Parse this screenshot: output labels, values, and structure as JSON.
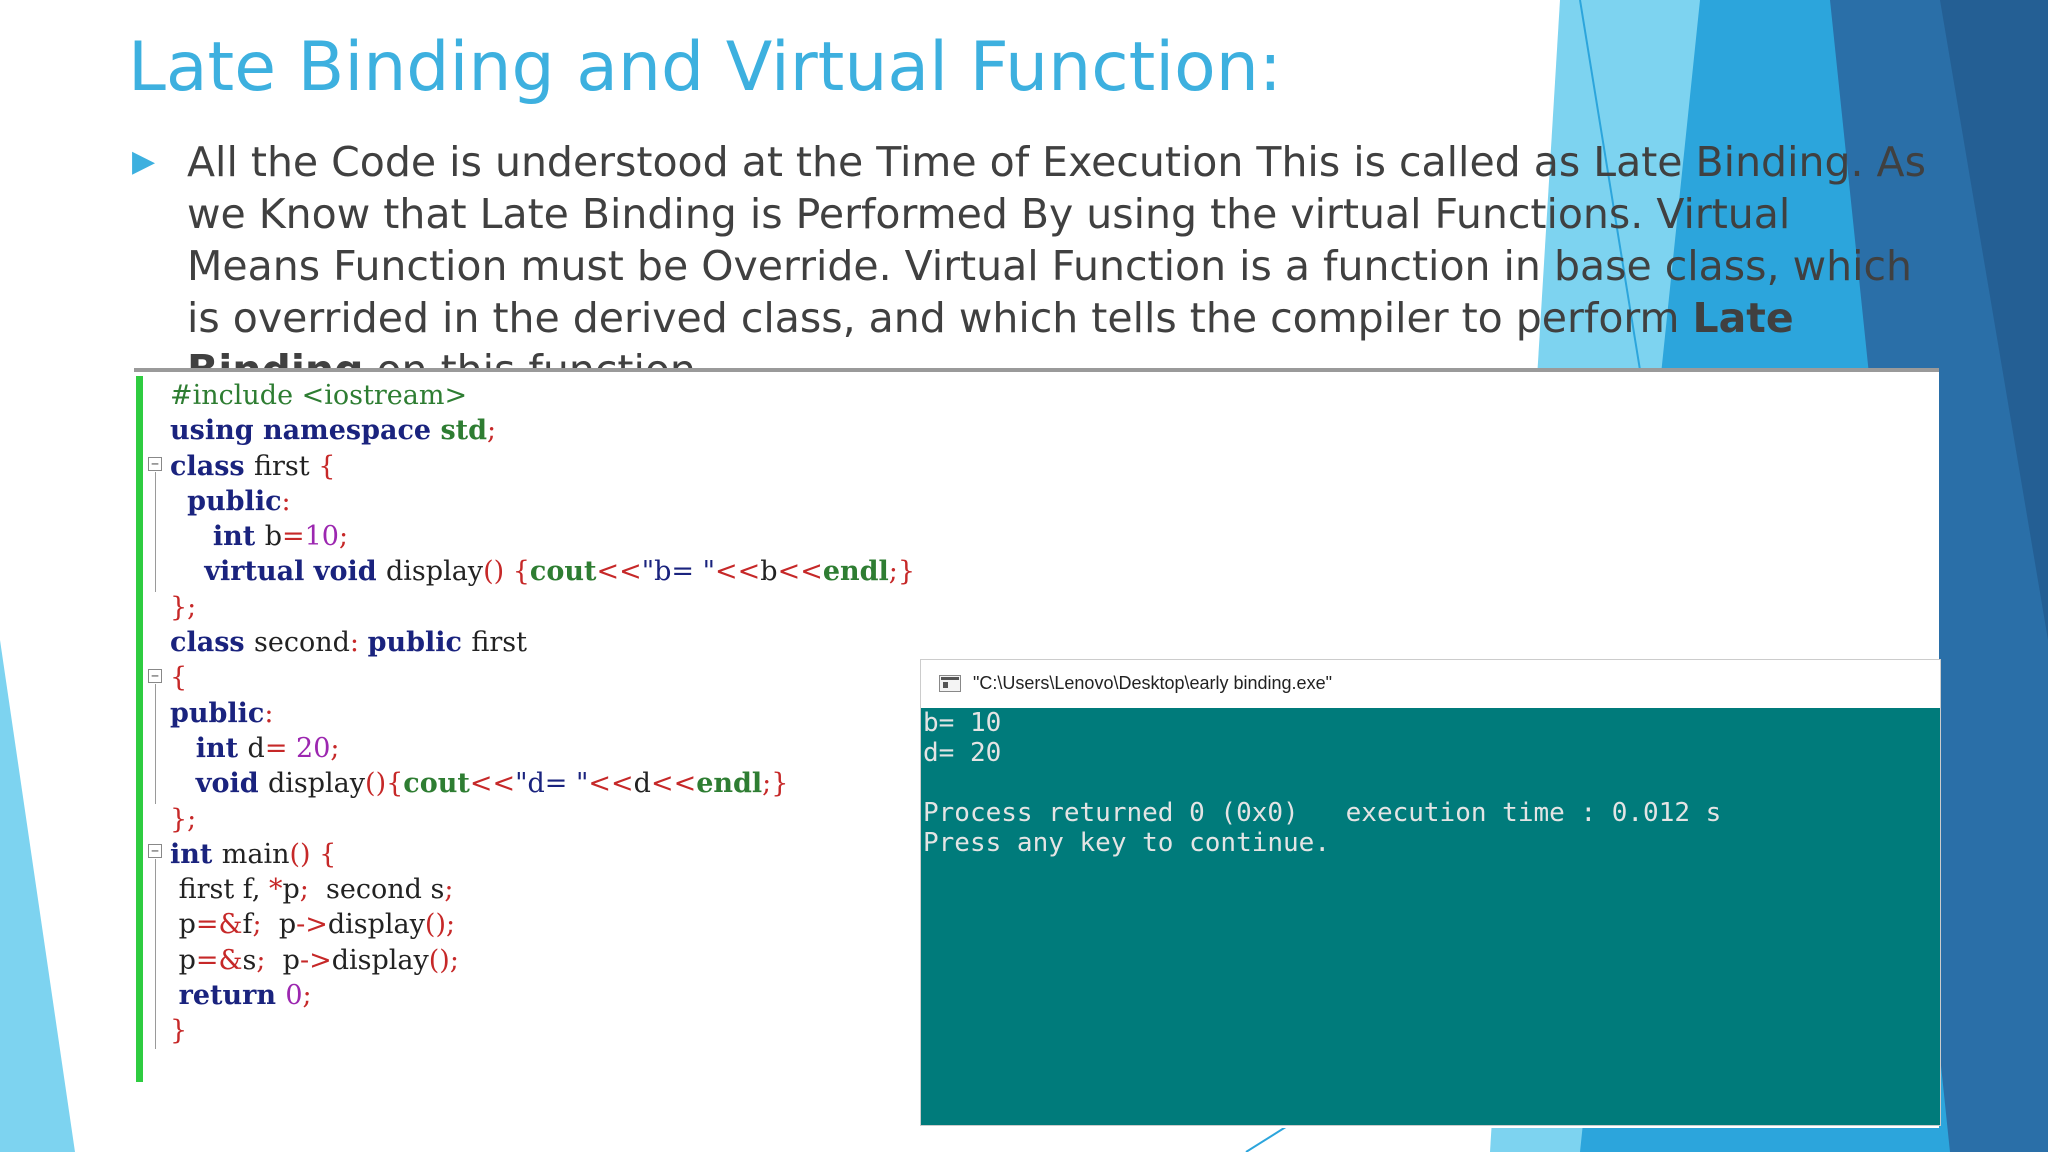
{
  "slide": {
    "title": "Late Binding and Virtual Function:",
    "bullet_marker": "▶",
    "bullet_segments": [
      "All the Code is understood at the Time of Execution This is called as Late Binding. As we Know that Late Binding is Performed By using the virtual Functions. Virtual Means Function must be Override. Virtual Function is a function in base class, which is overrided in the derived class, and which tells the compiler to perform ",
      "Late Binding",
      " on this function."
    ]
  },
  "code_lines": [
    [
      {
        "t": "#include <iostream>",
        "c": "pp"
      }
    ],
    [
      {
        "t": "using namespace ",
        "c": "kw"
      },
      {
        "t": "std",
        "c": "lib"
      },
      {
        "t": ";",
        "c": "op"
      }
    ],
    [
      {
        "t": "class ",
        "c": "kw"
      },
      {
        "t": "first ",
        "c": ""
      },
      {
        "t": "{",
        "c": "op"
      }
    ],
    [
      {
        "t": "  ",
        "c": ""
      },
      {
        "t": "public",
        "c": "kw"
      },
      {
        "t": ":",
        "c": "op"
      }
    ],
    [
      {
        "t": "     ",
        "c": ""
      },
      {
        "t": "int ",
        "c": "kw"
      },
      {
        "t": "b",
        "c": ""
      },
      {
        "t": "=",
        "c": "op"
      },
      {
        "t": "10",
        "c": "num"
      },
      {
        "t": ";",
        "c": "op"
      }
    ],
    [
      {
        "t": "    ",
        "c": ""
      },
      {
        "t": "virtual void ",
        "c": "kw"
      },
      {
        "t": "display",
        "c": ""
      },
      {
        "t": "() {",
        "c": "op"
      },
      {
        "t": "cout",
        "c": "lib"
      },
      {
        "t": "<<",
        "c": "op"
      },
      {
        "t": "\"b= \"",
        "c": "str"
      },
      {
        "t": "<<",
        "c": "op"
      },
      {
        "t": "b",
        "c": ""
      },
      {
        "t": "<<",
        "c": "op"
      },
      {
        "t": "endl",
        "c": "lib"
      },
      {
        "t": ";}",
        "c": "op"
      }
    ],
    [
      {
        "t": "};",
        "c": "op"
      }
    ],
    [
      {
        "t": "class ",
        "c": "kw"
      },
      {
        "t": "second",
        "c": ""
      },
      {
        "t": ": ",
        "c": "op"
      },
      {
        "t": "public ",
        "c": "kw"
      },
      {
        "t": "first",
        "c": ""
      }
    ],
    [
      {
        "t": "{",
        "c": "op"
      }
    ],
    [
      {
        "t": "public",
        "c": "kw"
      },
      {
        "t": ":",
        "c": "op"
      }
    ],
    [
      {
        "t": "   ",
        "c": ""
      },
      {
        "t": "int ",
        "c": "kw"
      },
      {
        "t": "d",
        "c": ""
      },
      {
        "t": "= ",
        "c": "op"
      },
      {
        "t": "20",
        "c": "num"
      },
      {
        "t": ";",
        "c": "op"
      }
    ],
    [
      {
        "t": "   ",
        "c": ""
      },
      {
        "t": "void ",
        "c": "kw"
      },
      {
        "t": "display",
        "c": ""
      },
      {
        "t": "(){",
        "c": "op"
      },
      {
        "t": "cout",
        "c": "lib"
      },
      {
        "t": "<<",
        "c": "op"
      },
      {
        "t": "\"d= \"",
        "c": "str"
      },
      {
        "t": "<<",
        "c": "op"
      },
      {
        "t": "d",
        "c": ""
      },
      {
        "t": "<<",
        "c": "op"
      },
      {
        "t": "endl",
        "c": "lib"
      },
      {
        "t": ";}",
        "c": "op"
      }
    ],
    [
      {
        "t": "};",
        "c": "op"
      }
    ],
    [
      {
        "t": "int ",
        "c": "kw"
      },
      {
        "t": "main",
        "c": ""
      },
      {
        "t": "() {",
        "c": "op"
      }
    ],
    [
      {
        "t": " first f, ",
        "c": ""
      },
      {
        "t": "*",
        "c": "op"
      },
      {
        "t": "p",
        "c": ""
      },
      {
        "t": ";  ",
        "c": "op"
      },
      {
        "t": "second s",
        "c": ""
      },
      {
        "t": ";",
        "c": "op"
      }
    ],
    [
      {
        "t": " p",
        "c": ""
      },
      {
        "t": "=&",
        "c": "op"
      },
      {
        "t": "f",
        "c": ""
      },
      {
        "t": ";  ",
        "c": "op"
      },
      {
        "t": "p",
        "c": ""
      },
      {
        "t": "->",
        "c": "op"
      },
      {
        "t": "display",
        "c": ""
      },
      {
        "t": "();",
        "c": "op"
      }
    ],
    [
      {
        "t": " p",
        "c": ""
      },
      {
        "t": "=&",
        "c": "op"
      },
      {
        "t": "s",
        "c": ""
      },
      {
        "t": ";  ",
        "c": "op"
      },
      {
        "t": "p",
        "c": ""
      },
      {
        "t": "->",
        "c": "op"
      },
      {
        "t": "display",
        "c": ""
      },
      {
        "t": "();",
        "c": "op"
      }
    ],
    [
      {
        "t": " ",
        "c": ""
      },
      {
        "t": "return ",
        "c": "kw"
      },
      {
        "t": "0",
        "c": "num"
      },
      {
        "t": ";",
        "c": "op"
      }
    ],
    [
      {
        "t": "}",
        "c": "op"
      }
    ]
  ],
  "fold_markers": {
    "collapse_symbol": "−"
  },
  "console": {
    "title": "\"C:\\Users\\Lenovo\\Desktop\\early binding.exe\"",
    "output": "b= 10\nd= 20\n\nProcess returned 0 (0x0)   execution time : 0.012 s\nPress any key to continue."
  },
  "colors": {
    "title": "#3DB0DF",
    "body_text": "#404040",
    "console_bg": "#007B7B",
    "console_text": "#E4E4E4",
    "gutter_marker": "#2ECC40",
    "deco_blue_light": "#7DD3F0",
    "deco_blue_mid": "#2CA5DC",
    "deco_blue_dark": "#2A6FA8"
  }
}
